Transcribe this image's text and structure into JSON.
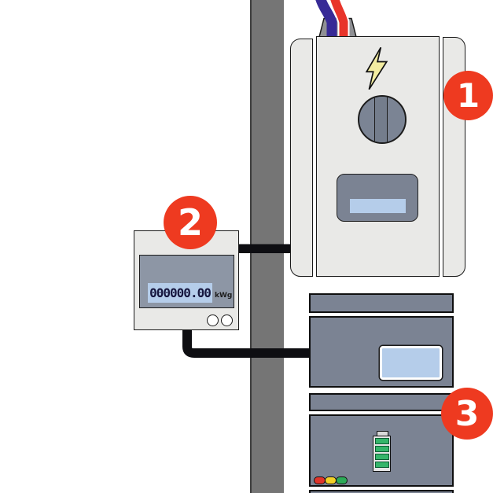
{
  "badges": {
    "one": "1",
    "two": "2",
    "three": "3"
  },
  "meter": {
    "reading": "000000.00",
    "unit": "kWg"
  },
  "icons": {
    "lightning": "lightning-bolt-icon",
    "battery": "battery-level-icon",
    "knob": "rotary-knob"
  },
  "colors": {
    "accent_red": "#ee3a20",
    "cable_blue": "#372a96",
    "cable_red": "#e8342a",
    "cable_black": "#0e0e12",
    "connector_gray": "#8f9094",
    "bolt_yellow": "#f3eda1",
    "screen_blue": "#b5cdea",
    "panel_slate": "#7b8393",
    "device_light": "#e9e9e7",
    "pole_gray": "#757575",
    "led_red": "#df352b",
    "led_yellow": "#f2d028",
    "led_green": "#2daa58",
    "battery_green": "#35b56a"
  }
}
